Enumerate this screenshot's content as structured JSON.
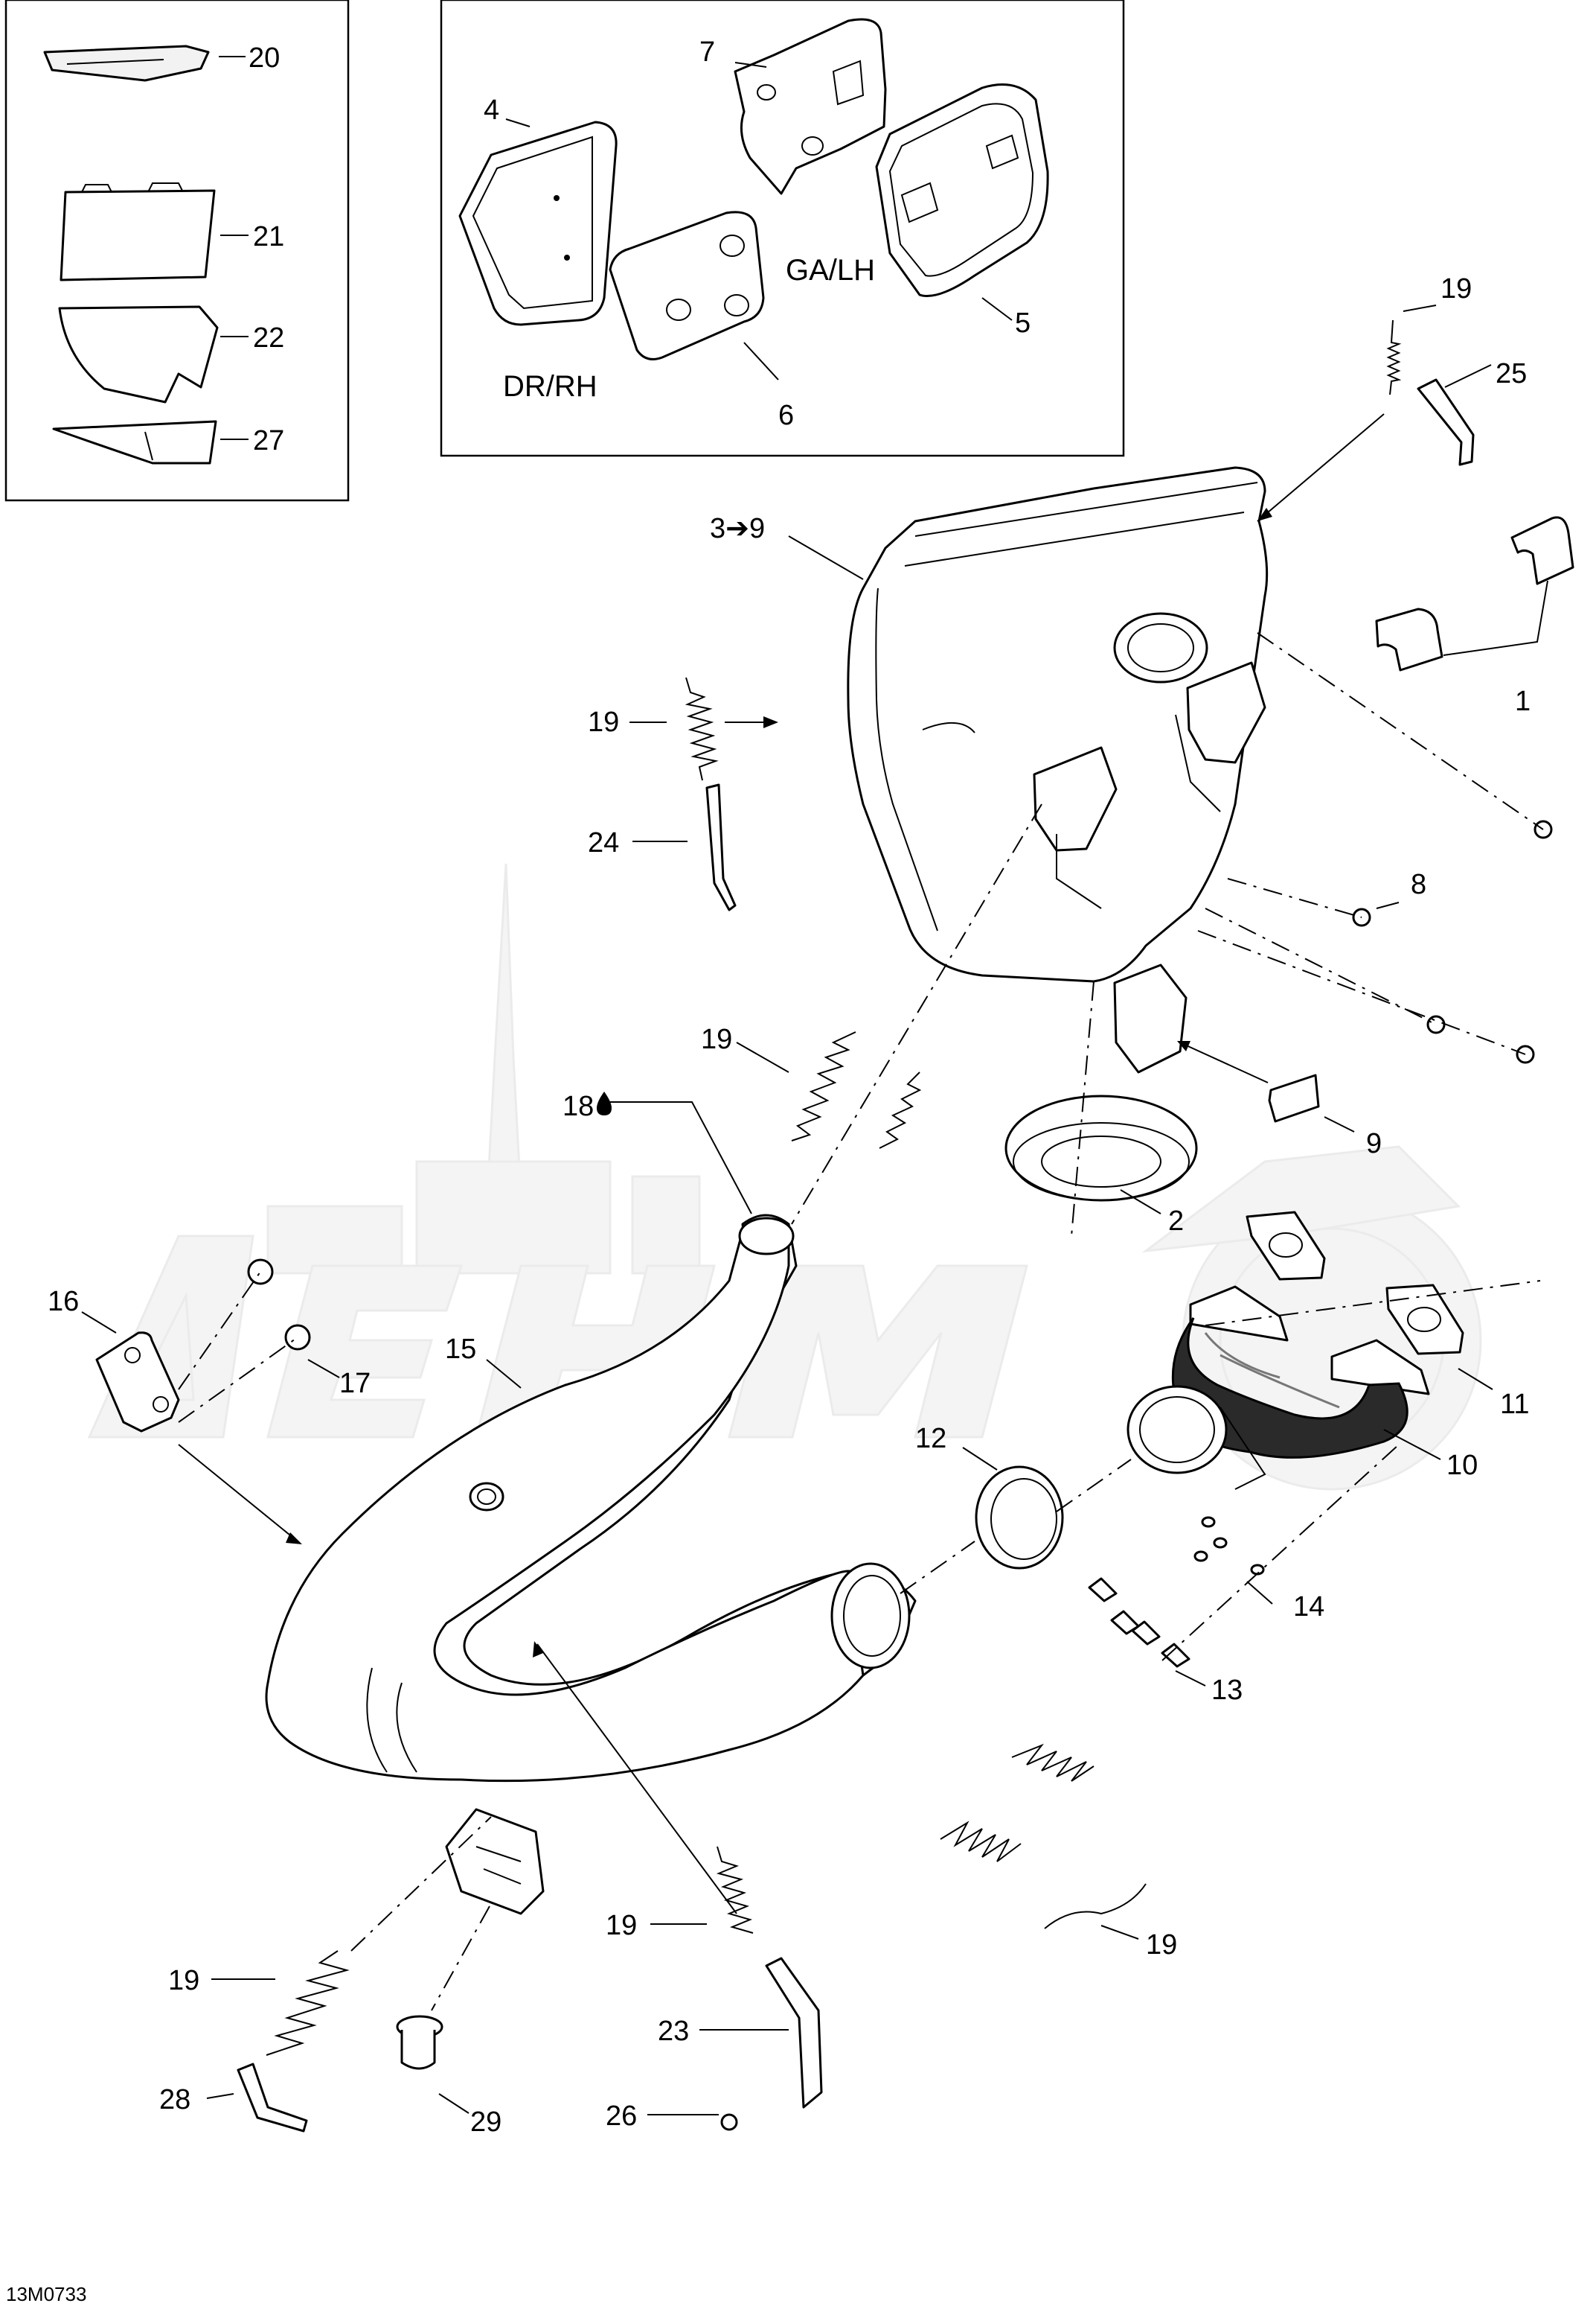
{
  "callouts": {
    "c1": "1",
    "c2": "2",
    "c3_9": "3➔9",
    "c4": "4",
    "c5": "5",
    "c6": "6",
    "c7": "7",
    "c8": "8",
    "c9": "9",
    "c10": "10",
    "c11": "11",
    "c12": "12",
    "c13": "13",
    "c14": "14",
    "c15": "15",
    "c16": "16",
    "c17": "17",
    "c18": "18",
    "c19a": "19",
    "c19b": "19",
    "c19c": "19",
    "c19d": "19",
    "c19e": "19",
    "c19f": "19",
    "c20": "20",
    "c21": "21",
    "c22": "22",
    "c23": "23",
    "c24": "24",
    "c25": "25",
    "c26": "26",
    "c27": "27",
    "c28": "28",
    "c29": "29"
  },
  "labels": {
    "right_side": "DR/RH",
    "left_side": "GA/LH"
  },
  "diagram_code": "13M0733"
}
